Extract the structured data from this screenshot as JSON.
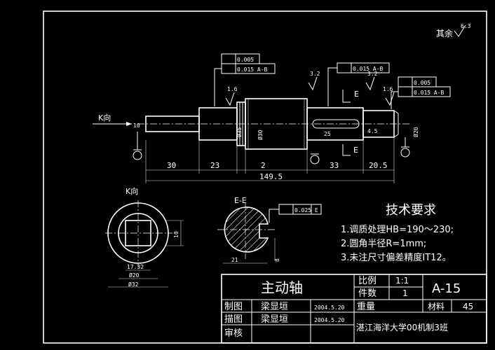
{
  "surface_finish_note": "其余",
  "surface_finish_value": "6.3",
  "tech_requirements": {
    "title": "技术要求",
    "items": [
      "1.调质处理HB=190～230;",
      "2.圆角半径R=1mm;",
      "3.未注尺寸偏差精度IT12。"
    ]
  },
  "title_block": {
    "part_name": "主动轴",
    "scale_label": "比例",
    "scale_value": "1:1",
    "qty_label": "件数",
    "qty_value": "1",
    "drawing_no": "A-15",
    "weight_label": "重量",
    "material_label": "材料",
    "material_value": "45",
    "drawn_label": "制图",
    "drawn_by": "梁显垣",
    "drawn_date": "2004.5.20",
    "traced_label": "描图",
    "traced_by": "梁显垣",
    "traced_date": "2004.5.20",
    "checked_label": "审核",
    "organization": "湛江海洋大学00机制3班"
  },
  "view_labels": {
    "k_direction": "K向",
    "k_view": "K向",
    "section_ee": "E-E",
    "section_mark_e1": "E",
    "section_mark_e2": "E"
  },
  "dimensions": {
    "d_10_left": "10",
    "d_30": "30",
    "d_23": "23",
    "d_2": "2",
    "d_33": "33",
    "d_20_5": "20.5",
    "d_total": "149.5",
    "d_phi35": "Ø35",
    "d_phi30": "Ø30",
    "d_phi20": "Ø20",
    "d_25": "25",
    "d_4_5": "4.5",
    "k_10": "10",
    "k_17_32": "17.32",
    "k_20": "Ø20",
    "k_32": "Ø32",
    "ee_21": "21",
    "ee_8": "8"
  },
  "tolerances": {
    "t1_value": "0.005",
    "t1_ref": "0.015 A-B",
    "t2_ref": "0.015 A-B",
    "t3_value": "0.005",
    "t3_ref": "0.015 A-B",
    "t4_ref": "0.025 E",
    "rough_1": "1.6",
    "rough_2": "1.6",
    "rough_3": "3.2",
    "rough_4": "3.2"
  }
}
